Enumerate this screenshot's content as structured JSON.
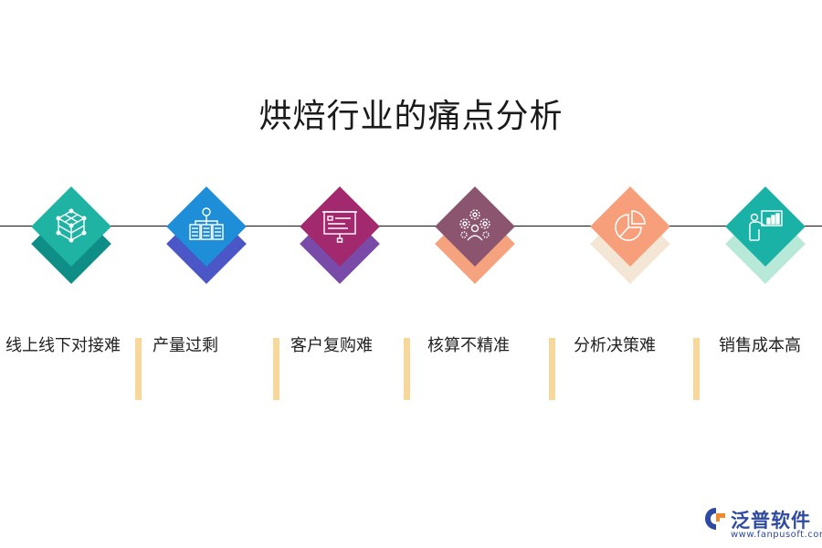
{
  "title": "烘焙行业的痛点分析",
  "items": [
    {
      "label": "线上线下对接难",
      "icon": "cube-network-icon",
      "front_color": "#1fb3a4",
      "back_color": "#0e8e86"
    },
    {
      "label": "产量过剩",
      "icon": "server-network-icon",
      "front_color": "#1e8ed8",
      "back_color": "#4b57c6"
    },
    {
      "label": "客户复购难",
      "icon": "presentation-board-icon",
      "front_color": "#a3296f",
      "back_color": "#7a4aa8"
    },
    {
      "label": "核算不精准",
      "icon": "gears-person-icon",
      "front_color": "#8b5570",
      "back_color": "#f5a27e"
    },
    {
      "label": "分析决策难",
      "icon": "pie-chart-icon",
      "front_color": "#f79e7b",
      "back_color": "#f4e6d4"
    },
    {
      "label": "销售成本高",
      "icon": "presenter-chart-icon",
      "front_color": "#1ab2a6",
      "back_color": "#b8e8d8"
    }
  ],
  "logo": {
    "name": "泛普软件",
    "url": "www.fanpusoft.com"
  }
}
